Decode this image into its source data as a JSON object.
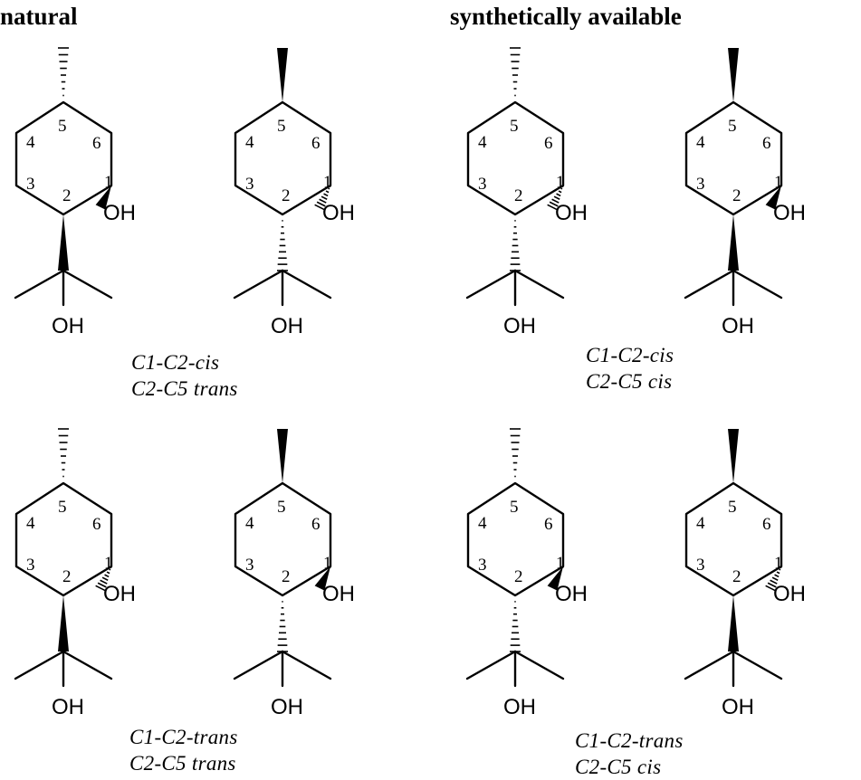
{
  "headers": {
    "natural": "natural",
    "synthetic": "synthetically available"
  },
  "atom_numbers": [
    "1",
    "2",
    "3",
    "4",
    "5",
    "6"
  ],
  "hydroxyl_label": "OH",
  "captions": {
    "top_natural": [
      "C1-C2-cis",
      "C2-C5 trans"
    ],
    "top_synthetic": [
      "C1-C2-cis",
      "C2-C5 cis"
    ],
    "bottom_natural": [
      "C1-C2-trans",
      "C2-C5 trans"
    ],
    "bottom_synthetic": [
      "C1-C2-trans",
      "C2-C5 cis"
    ]
  },
  "molecules": [
    {
      "id": "top-natural-a",
      "c5_methyl": "hashed",
      "c1_oh": "wedged",
      "c2_isopropyl": "wedged"
    },
    {
      "id": "top-natural-b",
      "c5_methyl": "wedged",
      "c1_oh": "hashed",
      "c2_isopropyl": "hashed"
    },
    {
      "id": "top-synthetic-a",
      "c5_methyl": "hashed",
      "c1_oh": "hashed",
      "c2_isopropyl": "hashed"
    },
    {
      "id": "top-synthetic-b",
      "c5_methyl": "wedged",
      "c1_oh": "wedged",
      "c2_isopropyl": "wedged"
    },
    {
      "id": "bottom-natural-a",
      "c5_methyl": "hashed",
      "c1_oh": "hashed",
      "c2_isopropyl": "wedged"
    },
    {
      "id": "bottom-natural-b",
      "c5_methyl": "wedged",
      "c1_oh": "wedged",
      "c2_isopropyl": "hashed"
    },
    {
      "id": "bottom-synthetic-a",
      "c5_methyl": "hashed",
      "c1_oh": "wedged",
      "c2_isopropyl": "hashed"
    },
    {
      "id": "bottom-synthetic-b",
      "c5_methyl": "wedged",
      "c1_oh": "hashed",
      "c2_isopropyl": "wedged"
    }
  ]
}
